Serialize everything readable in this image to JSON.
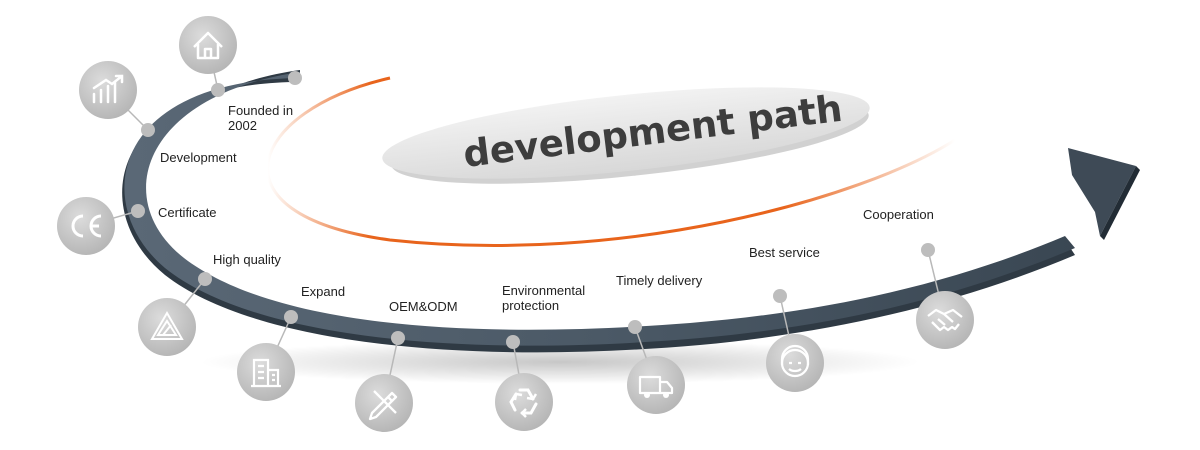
{
  "title": "development path",
  "milestones": [
    {
      "label": "Founded in 2002",
      "icon": "house-icon"
    },
    {
      "label": "Development",
      "icon": "growth-chart-icon"
    },
    {
      "label": "Certificate",
      "icon": "ce-mark-icon"
    },
    {
      "label": "High quality",
      "icon": "quality-triangle-icon"
    },
    {
      "label": "Expand",
      "icon": "buildings-icon"
    },
    {
      "label": "OEM&ODM",
      "icon": "pencil-ruler-icon"
    },
    {
      "label": "Environmental protection",
      "icon": "recycle-icon"
    },
    {
      "label": "Timely delivery",
      "icon": "truck-icon"
    },
    {
      "label": "Best service",
      "icon": "headset-icon"
    },
    {
      "label": "Cooperation",
      "icon": "handshake-icon"
    }
  ],
  "colors": {
    "arrow": "#4a5866",
    "arrow_light": "#6f7d8a",
    "icon_circle": "#c8c8c8",
    "dot": "#bdbdbd",
    "swoosh": "#e8641c",
    "title_ellipse": "#e4e4e4"
  }
}
